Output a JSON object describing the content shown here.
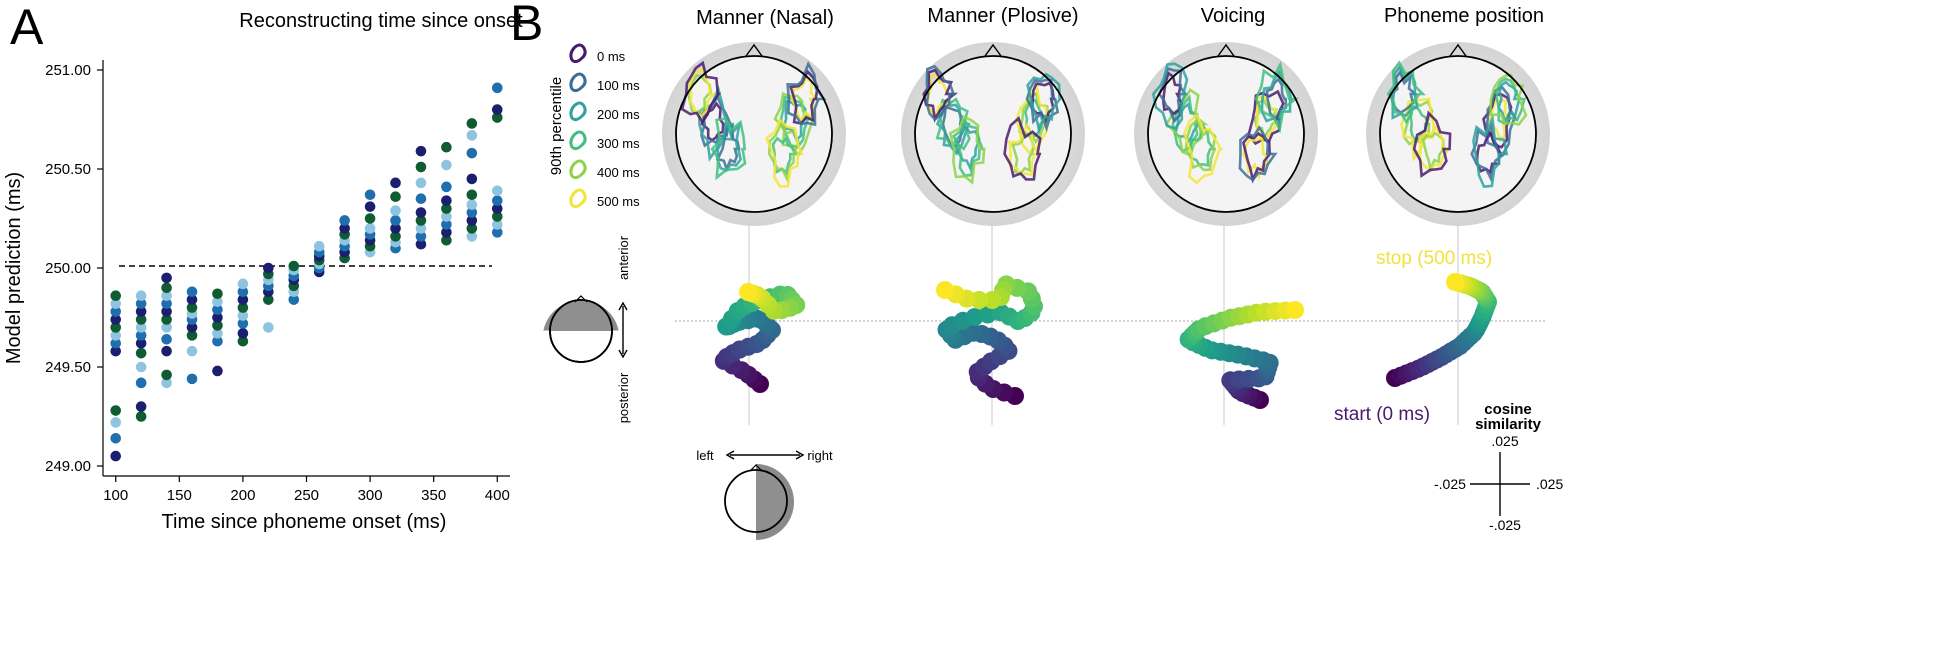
{
  "panel_a": {
    "letter": "A",
    "title": "Reconstructing time since onset",
    "xlabel": "Time since phoneme onset (ms)",
    "ylabel": "Model prediction (ms)",
    "y_ticks": [
      "249.00",
      "249.50",
      "250.00",
      "250.50",
      "251.00"
    ],
    "x_ticks": [
      "100",
      "150",
      "200",
      "250",
      "300",
      "350",
      "400"
    ]
  },
  "panel_b": {
    "letter": "B",
    "columns": [
      "Manner (Nasal)",
      "Manner (Plosive)",
      "Voicing",
      "Phoneme position"
    ],
    "legend_title": "90th percentile",
    "legend": [
      "0 ms",
      "100 ms",
      "200 ms",
      "300 ms",
      "400 ms",
      "500 ms"
    ],
    "legend_colors": [
      "#4a1a6e",
      "#3b6e96",
      "#2fa2a0",
      "#3fbf7f",
      "#8ed24a",
      "#f2e53a"
    ],
    "anterior_label": "anterior",
    "posterior_label": "posterior",
    "left_label": "left",
    "right_label": "right",
    "stop_label": "stop (500 ms)",
    "start_label": "start (0 ms)",
    "cosine_label_1": "cosine",
    "cosine_label_2": "similarity",
    "scale_top": ".025",
    "scale_bottom": "-.025",
    "scale_left": "-.025",
    "scale_right": ".025"
  },
  "colors": {
    "series": [
      "#1b1f6e",
      "#1f6fae",
      "#8fc4e0",
      "#0f5c33"
    ],
    "viridis_start": "#440154",
    "viridis_end": "#fde725"
  },
  "chart_data": {
    "type": "scatter",
    "title": "Reconstructing time since onset",
    "xlabel": "Time since phoneme onset (ms)",
    "ylabel": "Model prediction (ms)",
    "xlim": [
      90,
      410
    ],
    "ylim": [
      249.0,
      251.0
    ],
    "reference_line": 250.0,
    "x": [
      100,
      120,
      140,
      160,
      180,
      200,
      220,
      240,
      260,
      280,
      300,
      320,
      340,
      360,
      380,
      400
    ],
    "y_columns": [
      [
        249.05,
        249.14,
        249.22,
        249.28,
        249.58,
        249.62,
        249.66,
        249.7,
        249.74,
        249.78,
        249.82,
        249.86
      ],
      [
        249.25,
        249.3,
        249.42,
        249.5,
        249.57,
        249.62,
        249.66,
        249.7,
        249.74,
        249.78,
        249.82,
        249.86
      ],
      [
        249.42,
        249.46,
        249.58,
        249.64,
        249.7,
        249.74,
        249.78,
        249.82,
        249.86,
        249.9,
        249.95
      ],
      [
        249.44,
        249.58,
        249.66,
        249.7,
        249.74,
        249.77,
        249.8,
        249.84,
        249.88
      ],
      [
        249.48,
        249.63,
        249.67,
        249.71,
        249.75,
        249.79,
        249.83,
        249.87
      ],
      [
        249.63,
        249.67,
        249.72,
        249.76,
        249.8,
        249.84,
        249.88,
        249.92
      ],
      [
        249.7,
        249.84,
        249.88,
        249.91,
        249.94,
        249.97,
        250.0
      ],
      [
        249.84,
        249.88,
        249.91,
        249.94,
        249.96,
        249.99,
        250.01
      ],
      [
        249.98,
        250.0,
        250.02,
        250.04,
        250.06,
        250.08,
        250.11
      ],
      [
        250.05,
        250.08,
        250.11,
        250.14,
        250.17,
        250.2,
        250.24
      ],
      [
        250.08,
        250.11,
        250.14,
        250.17,
        250.2,
        250.25,
        250.31,
        250.37
      ],
      [
        250.1,
        250.13,
        250.16,
        250.2,
        250.24,
        250.29,
        250.36,
        250.43
      ],
      [
        250.12,
        250.16,
        250.2,
        250.24,
        250.28,
        250.35,
        250.43,
        250.51,
        250.59
      ],
      [
        250.14,
        250.18,
        250.22,
        250.26,
        250.3,
        250.34,
        250.41,
        250.52,
        250.61
      ],
      [
        250.16,
        250.2,
        250.24,
        250.28,
        250.32,
        250.37,
        250.45,
        250.58,
        250.67,
        250.73
      ],
      [
        250.18,
        250.22,
        250.26,
        250.3,
        250.34,
        250.39,
        250.76,
        250.8,
        250.91
      ]
    ]
  }
}
